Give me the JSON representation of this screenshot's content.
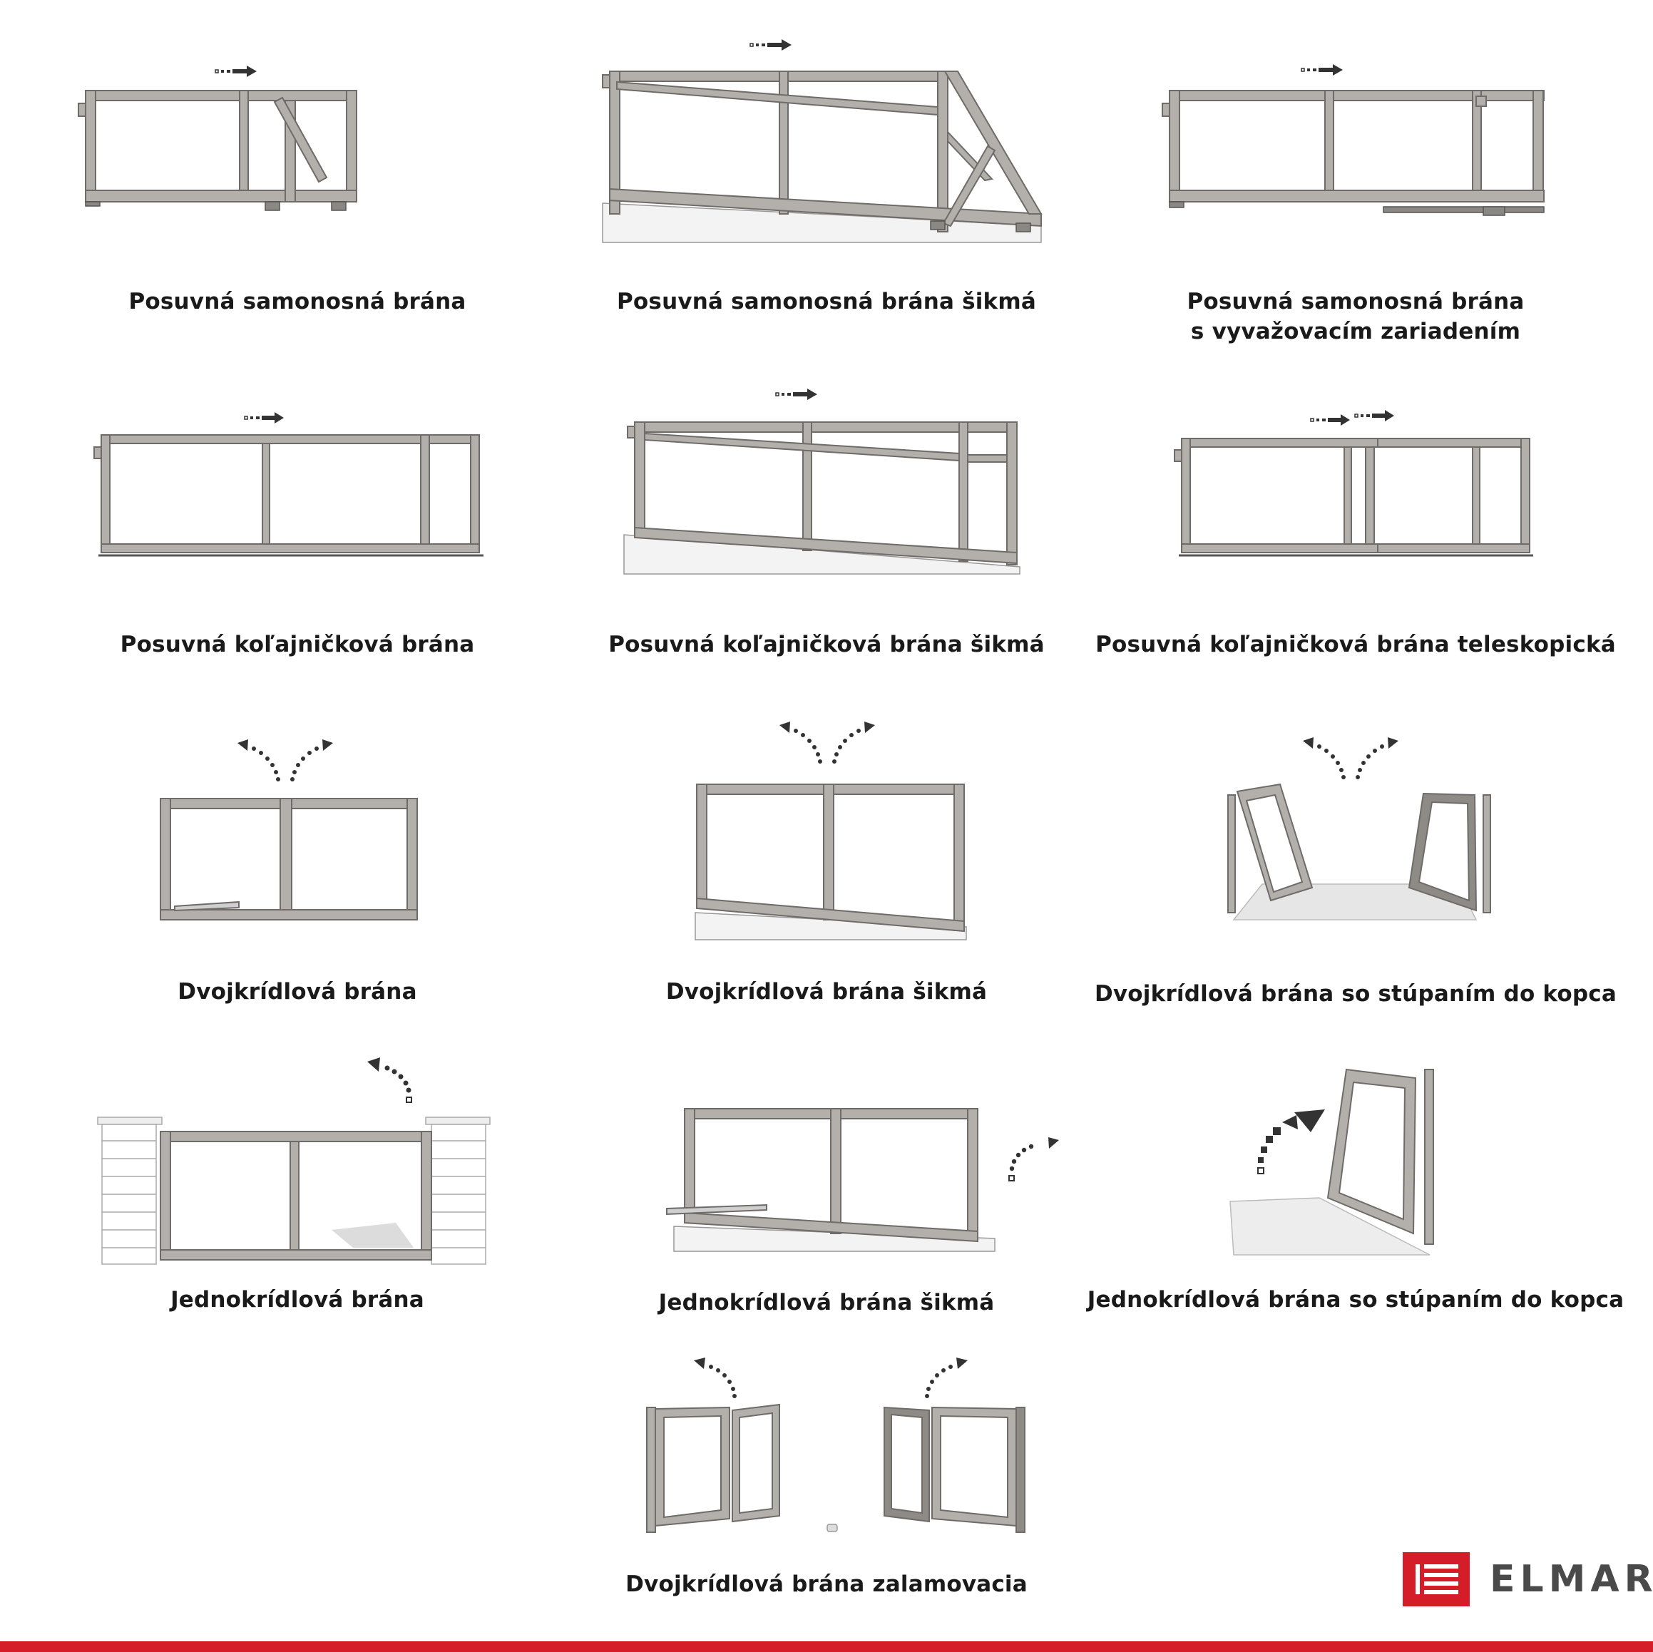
{
  "colors": {
    "frame": "#b3afab",
    "frame_stroke": "#6e6b68",
    "arrow": "#333333",
    "brand_red": "#d51c29",
    "ground": "#d9d9d9"
  },
  "gates": [
    {
      "id": "sliding-cantilever",
      "caption": "Posuvná samonosná brána",
      "motion": "slide"
    },
    {
      "id": "sliding-cantilever-sloped",
      "caption": "Posuvná samonosná brána šikmá",
      "motion": "slide"
    },
    {
      "id": "sliding-cantilever-counterweight",
      "caption_line1": "Posuvná samonosná brána",
      "caption_line2": "s vyvažovacím zariadením",
      "motion": "slide"
    },
    {
      "id": "sliding-rail",
      "caption": "Posuvná koľajničková brána",
      "motion": "slide"
    },
    {
      "id": "sliding-rail-sloped",
      "caption": "Posuvná koľajničková brána šikmá",
      "motion": "slide"
    },
    {
      "id": "sliding-rail-telescopic",
      "caption": "Posuvná koľajničková brána teleskopická",
      "motion": "slide-double"
    },
    {
      "id": "double-leaf",
      "caption": "Dvojkrídlová brána",
      "motion": "swing-double"
    },
    {
      "id": "double-leaf-sloped",
      "caption": "Dvojkrídlová brána šikmá",
      "motion": "swing-double"
    },
    {
      "id": "double-leaf-uphill",
      "caption": "Dvojkrídlová brána so stúpaním do kopca",
      "motion": "swing-double"
    },
    {
      "id": "single-leaf",
      "caption": "Jednokrídlová brána",
      "motion": "swing-single"
    },
    {
      "id": "single-leaf-sloped",
      "caption": "Jednokrídlová brána šikmá",
      "motion": "swing-single"
    },
    {
      "id": "single-leaf-uphill",
      "caption": "Jednokrídlová brána so stúpaním do kopca",
      "motion": "swing-single"
    },
    {
      "id": "double-leaf-folding",
      "caption": "Dvojkrídlová brána zalamovacia",
      "motion": "swing-double"
    }
  ],
  "logo": {
    "text": "ELMAR",
    "icon": "elmar-logo-icon"
  }
}
